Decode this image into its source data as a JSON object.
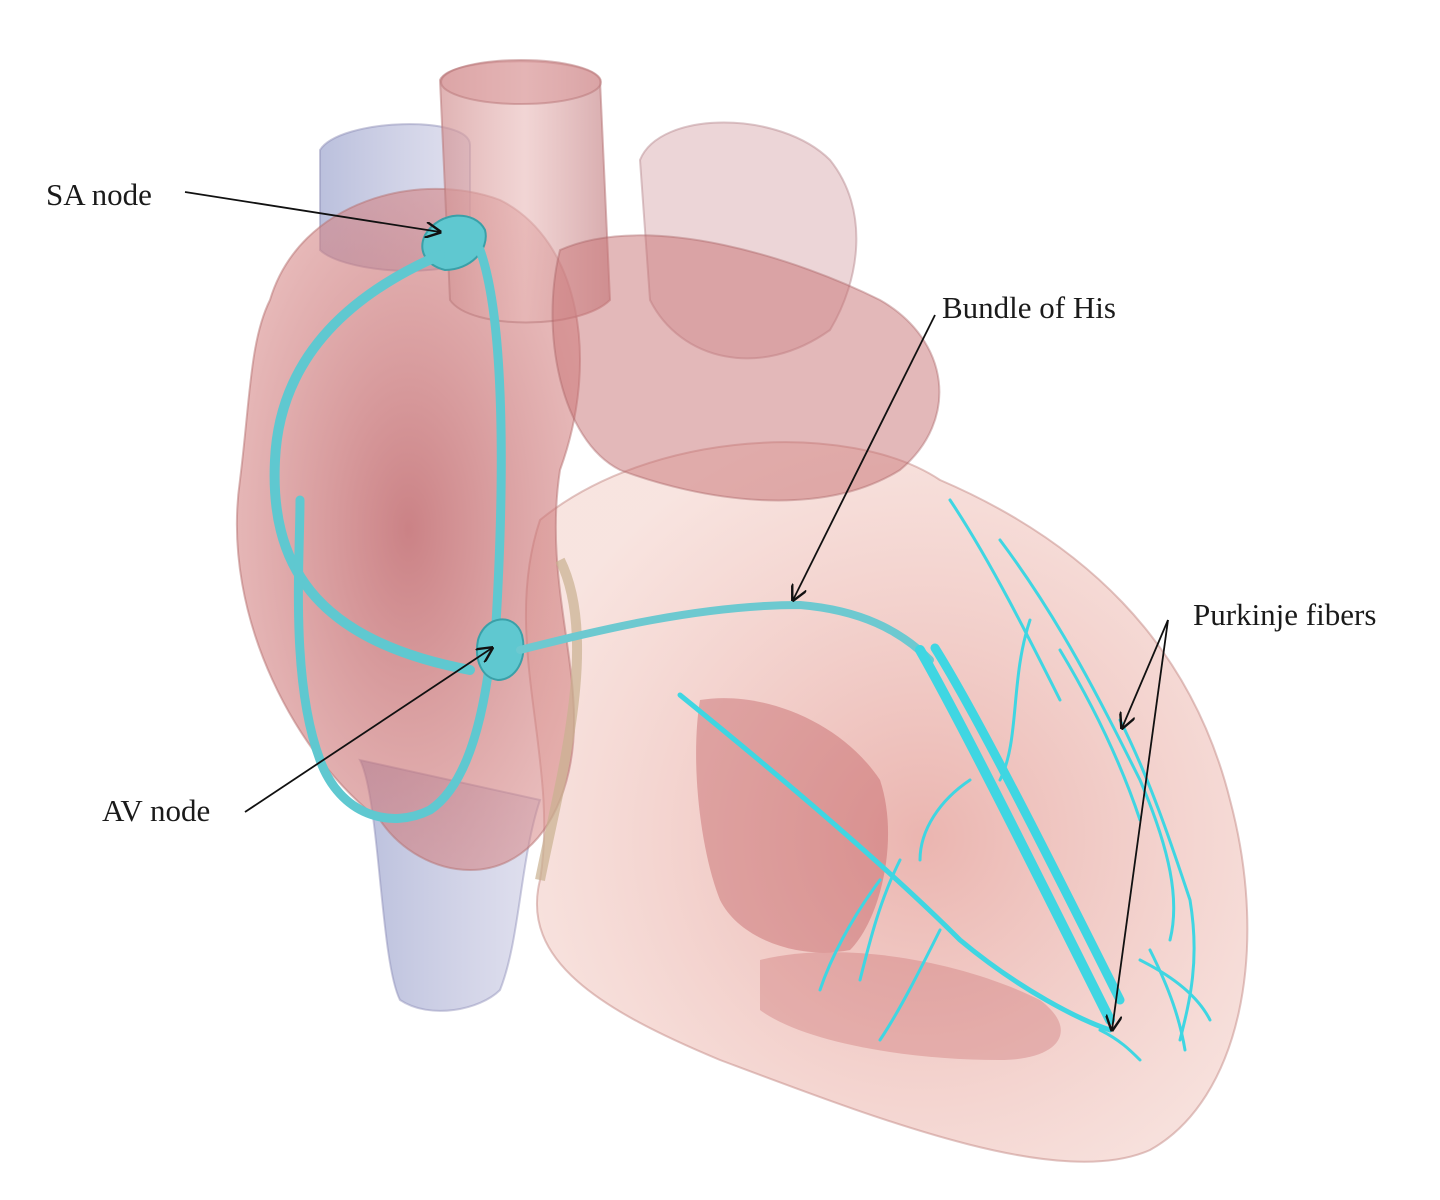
{
  "labels": {
    "sa_node": "SA node",
    "bundle_of_his": "Bundle of His",
    "purkinje_fibers": "Purkinje fibers",
    "av_node": "AV node"
  },
  "colors": {
    "tissue": "#c96d6e",
    "tissue_light": "#f1c9c4",
    "vena_cava": "#9fa6cf",
    "conduction": "#5fc8d0",
    "conduction_bright": "#3fd6e2"
  }
}
